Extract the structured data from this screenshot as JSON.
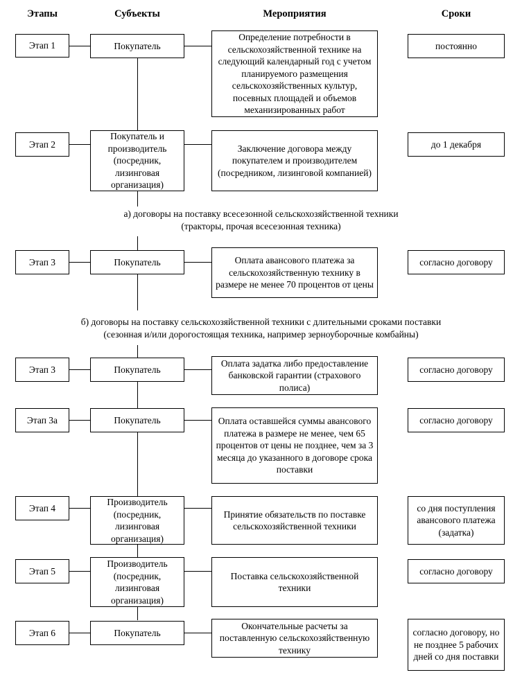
{
  "headers": {
    "stages": "Этапы",
    "subjects": "Субъекты",
    "activities": "Мероприятия",
    "terms": "Сроки"
  },
  "rows": [
    {
      "stage": "Этап 1",
      "subject": "Покупатель",
      "activity": "Определение потребности в сельскохозяйственной технике на следующий календарный год с учетом планируемого размещения сельскохозяйственных культур, посевных площадей и объемов механизированных работ",
      "term": "постоянно"
    },
    {
      "stage": "Этап 2",
      "subject": "Покупатель и производитель (посредник, лизинговая организация)",
      "activity": "Заключение договора между покупателем и производителем (посредником, лизинговой компанией)",
      "term": "до 1 декабря"
    },
    {
      "stage": "Этап 3",
      "subject": "Покупатель",
      "activity": "Оплата авансового платежа за сельскохозяйственную технику в размере не менее 70 процентов от цены",
      "term": "согласно договору"
    },
    {
      "stage": "Этап 3",
      "subject": "Покупатель",
      "activity": "Оплата задатка либо предоставление банковской гарантии (страхового полиса)",
      "term": "согласно договору"
    },
    {
      "stage": "Этап 3а",
      "subject": "Покупатель",
      "activity": "Оплата оставшейся суммы авансового платежа в размере не менее, чем 65 процентов от цены не позднее, чем за 3 месяца до указанного в договоре срока поставки",
      "term": "согласно договору"
    },
    {
      "stage": "Этап 4",
      "subject": "Производитель (посредник, лизинговая организация)",
      "activity": "Принятие обязательств по поставке сельскохозяйственной техники",
      "term": "со дня поступления авансового платежа (задатка)"
    },
    {
      "stage": "Этап 5",
      "subject": "Производитель (посредник, лизинговая организация)",
      "activity": "Поставка сельскохозяйственной техники",
      "term": "согласно договору"
    },
    {
      "stage": "Этап 6",
      "subject": "Покупатель",
      "activity": "Окончательные расчеты за поставленную сельскохозяйственную технику",
      "term": "согласно договору, но не позднее 5 рабочих дней со дня поставки"
    }
  ],
  "notes": {
    "a_line1": "а) договоры на поставку всесезонной сельскохозяйственной техники",
    "a_line2": "(тракторы, прочая всесезонная техника)",
    "b_line1": "б) договоры на поставку сельскохозяйственной техники с длительными сроками поставки",
    "b_line2": "(сезонная и/или дорогостоящая техника, например зерноуборочные комбайны)"
  }
}
